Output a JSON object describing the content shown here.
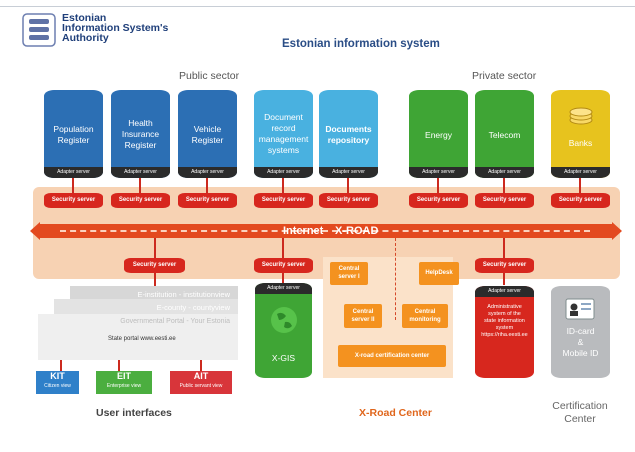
{
  "header": {
    "org_name": "Estonian\nInformation System's\nAuthority",
    "title": "Estonian information system",
    "logo_icon": "eesti-coat-of-arms-icon"
  },
  "sectors": {
    "public": "Public sector",
    "private": "Private sector"
  },
  "databases": [
    {
      "label": "Population\nRegister",
      "color": "#2c6fb4"
    },
    {
      "label": "Health\nInsurance\nRegister",
      "color": "#2c6fb4"
    },
    {
      "label": "Vehicle\nRegister",
      "color": "#2c6fb4"
    },
    {
      "label": "Document\nrecord\nmanagement\nsystems",
      "color": "#49b1e0"
    },
    {
      "label": "Documents\nrepository",
      "color": "#49b1e0"
    },
    {
      "label": "Energy",
      "color": "#3fa535"
    },
    {
      "label": "Telecom",
      "color": "#3fa535"
    },
    {
      "label": "Banks",
      "color": "#e7c31e",
      "icon": "coins-icon"
    }
  ],
  "adapter_label": "Adapter server",
  "security_label": "Security server",
  "internet_label": "Internet",
  "xroad_label": "X-ROAD",
  "center_boxes": {
    "central1": "Central\nserver I",
    "central2": "Central\nserver II",
    "helpdesk": "HelpDesk",
    "monitoring": "Central\nmonitoring",
    "cert": "X-road certification center"
  },
  "xgis": {
    "label": "X-GIS",
    "adapter": "Adapter server"
  },
  "admin_db": {
    "label": "Administrative\nsystem of the\nstate information\nsystem\nhttps://riha.eesti.ee"
  },
  "idcard": {
    "label": "ID-card\n&\nMobile ID",
    "icon": "id-card-icon"
  },
  "tiers": {
    "institution": "E-institution - institutionview",
    "county": "E-county - countyview",
    "portal": "Governmental Portal - Your Estonia",
    "state_portal": "State portal www.eesti.ee"
  },
  "ui_boxes": [
    {
      "code": "KIT",
      "sub": "Citizen view",
      "color": "#2f80c9"
    },
    {
      "code": "EIT",
      "sub": "Enterprise view",
      "color": "#4bae3f"
    },
    {
      "code": "AIT",
      "sub": "Public servant view",
      "color": "#d8353a"
    }
  ],
  "footers": {
    "ui": "User interfaces",
    "center": "X-Road Center",
    "cert": "Certification\nCenter"
  }
}
